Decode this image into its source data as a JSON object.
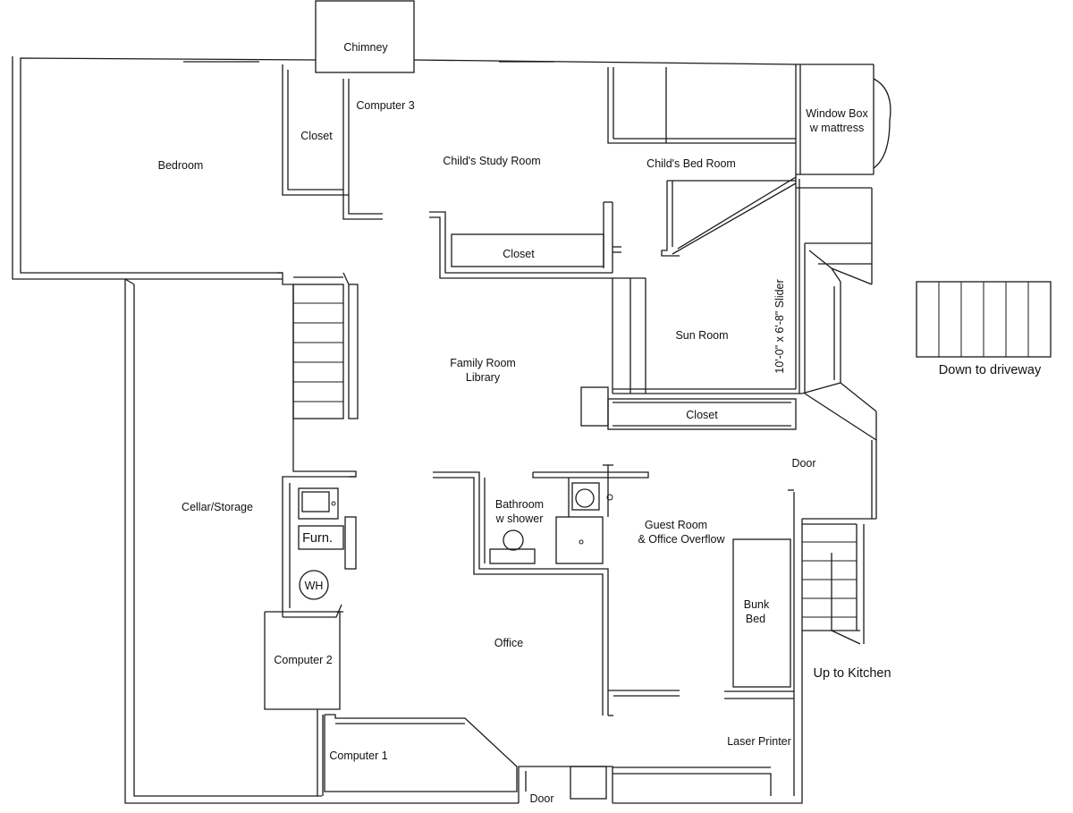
{
  "plan": {
    "labels": {
      "chimney": "Chimney",
      "computer3": "Computer 3",
      "closet_nw": "Closet",
      "bedroom": "Bedroom",
      "study_room": "Child's Study Room",
      "bed_room": "Child's Bed Room",
      "window_box_1": "Window Box",
      "window_box_2": "w mattress",
      "closet_study": "Closet",
      "sun_room": "Sun Room",
      "slider": "10'-0\" x 6'-8\" Slider",
      "down_driveway": "Down to driveway",
      "family_room_1": "Family Room",
      "family_room_2": "Library",
      "closet_sun": "Closet",
      "door_east": "Door",
      "cellar": "Cellar/Storage",
      "furnace": "Furn.",
      "water_heater": "WH",
      "bath_1": "Bathroom",
      "bath_2": "w shower",
      "guest_1": "Guest Room",
      "guest_2": "& Office Overflow",
      "bunk_1": "Bunk",
      "bunk_2": "Bed",
      "up_kitchen": "Up to Kitchen",
      "computer2": "Computer 2",
      "office": "Office",
      "laser_printer": "Laser Printer",
      "computer1": "Computer 1",
      "door_south": "Door"
    }
  }
}
